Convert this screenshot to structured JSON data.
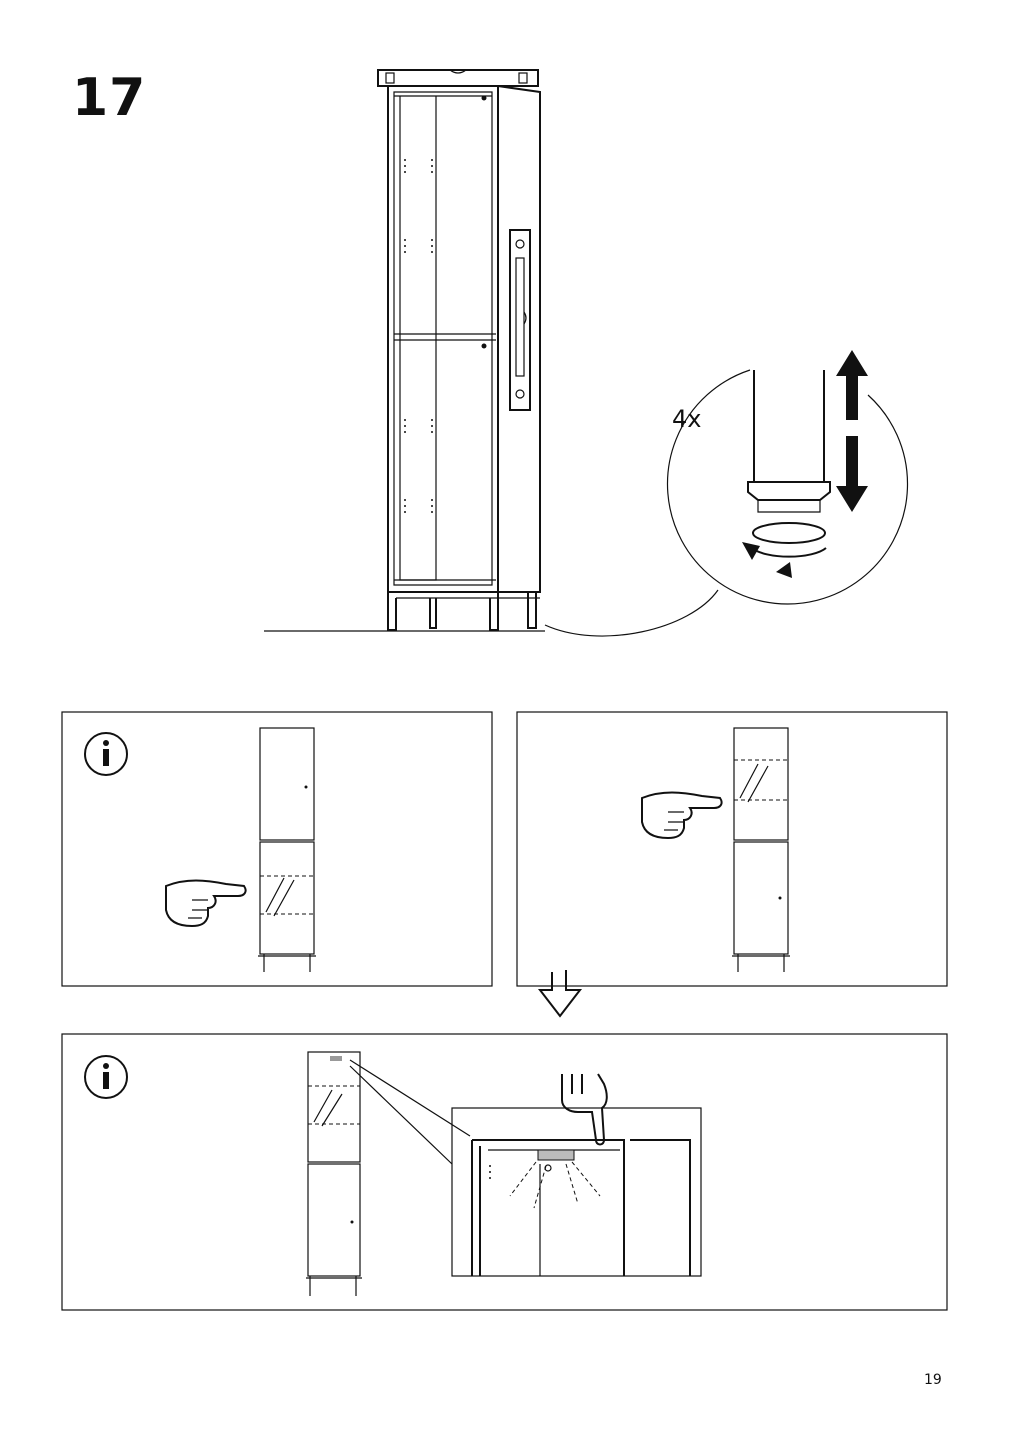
{
  "step": {
    "number": "17"
  },
  "detail": {
    "quantity": "4x"
  },
  "page": {
    "number": "19"
  },
  "icons": {
    "info": "info-icon",
    "hand": "pointing-hand-icon",
    "arrow": "hollow-down-arrow-icon"
  }
}
